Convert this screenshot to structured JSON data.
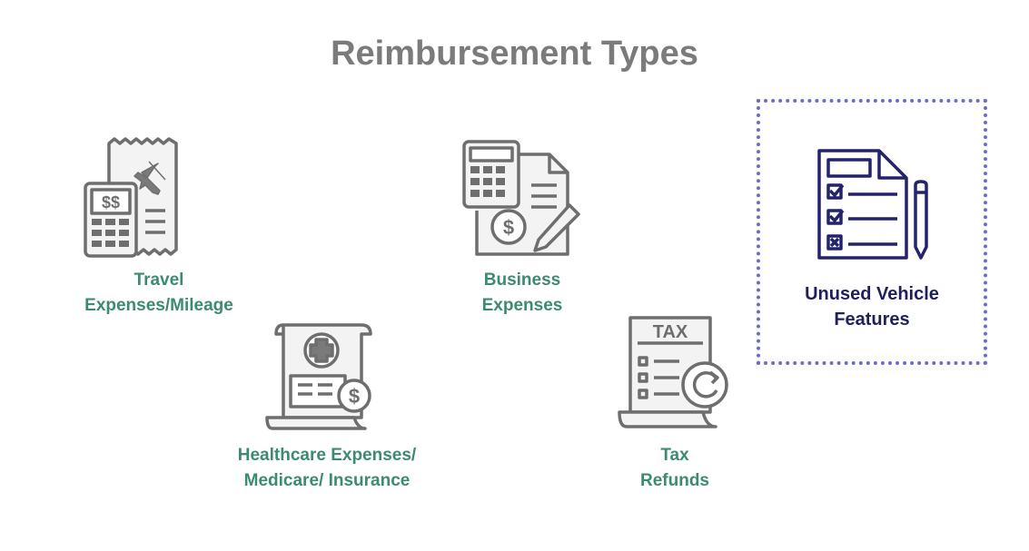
{
  "title": "Reimbursement Types",
  "colors": {
    "title": "#7b7b7b",
    "label_green": "#3c8a73",
    "label_navy": "#1f1f5e",
    "icon_gray": "#6e6e6e",
    "icon_navy": "#23236b",
    "highlight_border": "#6b6bc9"
  },
  "items": [
    {
      "id": "travel",
      "icon": "travel-receipt-calculator-icon",
      "lines": [
        "Travel",
        "Expenses/Mileage"
      ]
    },
    {
      "id": "healthcare",
      "icon": "medical-bill-icon",
      "lines": [
        "Healthcare Expenses/",
        "Medicare/ Insurance"
      ]
    },
    {
      "id": "business",
      "icon": "business-calculator-document-icon",
      "lines": [
        "Business",
        "Expenses"
      ]
    },
    {
      "id": "tax",
      "icon": "tax-refund-icon",
      "lines": [
        "Tax",
        "Refunds"
      ]
    },
    {
      "id": "unused",
      "icon": "checklist-form-icon",
      "lines": [
        "Unused Vehicle",
        "Features"
      ],
      "highlighted": true
    }
  ]
}
